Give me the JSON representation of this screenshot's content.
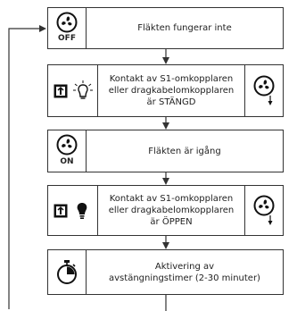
{
  "steps": [
    {
      "label": "Fläkten fungerar inte",
      "badge": "OFF"
    },
    {
      "label": "Kontakt av S1-omkopplaren\neller dragkabelomkopplaren\när STÄNGD"
    },
    {
      "label": "Fläkten är igång",
      "badge": "ON"
    },
    {
      "label": "Kontakt av S1-omkopplaren\neller dragkabelomkopplaren\när ÖPPEN"
    },
    {
      "label": "Aktivering av\navstängningstimer (2-30 minuter)"
    }
  ],
  "icons": {
    "fan": "fan-icon",
    "switch": "switch-icon",
    "bulb_off": "bulb-off-icon",
    "bulb_on": "bulb-on-icon",
    "timer": "timer-icon",
    "fan_down": "fan-down-arrow-icon"
  }
}
